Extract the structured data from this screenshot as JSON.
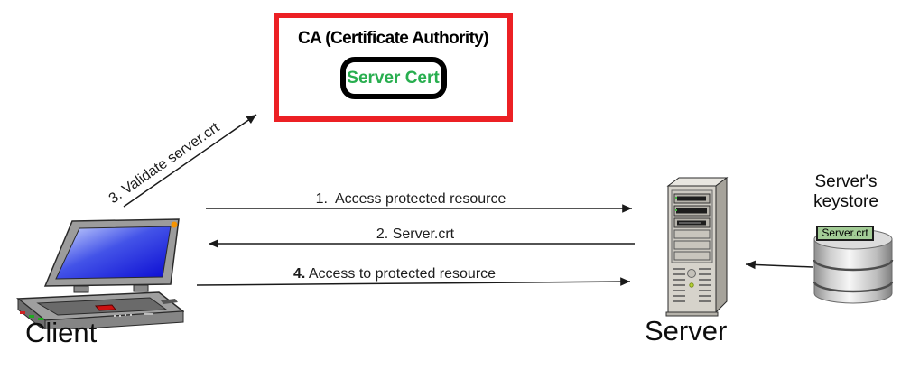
{
  "theme": {
    "ca_border": "#EC2024",
    "cert_border": "#000000",
    "cert_text": "#28AE4F",
    "keystore_label_bg": "#A3CC96",
    "arrow_color": "#1A1A1A"
  },
  "ca": {
    "title": "CA (Certificate Authority)",
    "cert_label": "Server Cert"
  },
  "client": {
    "label": "Client"
  },
  "server": {
    "label": "Server"
  },
  "keystore": {
    "title": "Server's keystore",
    "file_label": "Server.crt"
  },
  "arrows": {
    "step1": {
      "label": "1.  Access protected resource",
      "from": "Client",
      "to": "Server",
      "direction": "right"
    },
    "step2": {
      "label": "2. Server.crt",
      "from": "Server",
      "to": "Client",
      "direction": "left"
    },
    "step3": {
      "label": "3. Validate server.crt",
      "from": "Client",
      "to": "CA",
      "direction": "up-right"
    },
    "step4": {
      "number": "4.",
      "label": "Access to protected resource",
      "from": "Client",
      "to": "Server",
      "direction": "right"
    },
    "keystore_to_server": {
      "from": "Keystore",
      "to": "Server",
      "direction": "left"
    }
  }
}
